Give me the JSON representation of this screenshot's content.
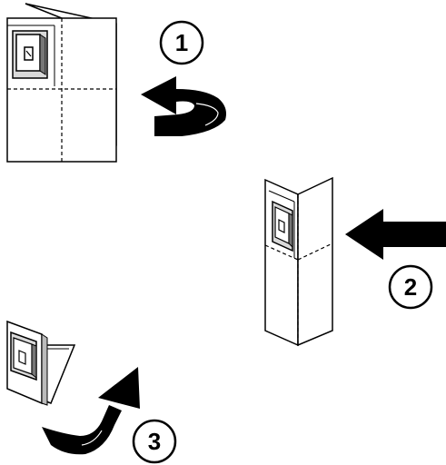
{
  "steps": [
    {
      "number": "1"
    },
    {
      "number": "2"
    },
    {
      "number": "3"
    }
  ],
  "colors": {
    "ink": "#000000",
    "paper": "#ffffff",
    "shade": "#d9d9d9",
    "dark_shade": "#555555"
  },
  "icons": [
    "folded-paper-icon",
    "curved-arrow-icon",
    "straight-arrow-icon",
    "device-box-icon"
  ]
}
